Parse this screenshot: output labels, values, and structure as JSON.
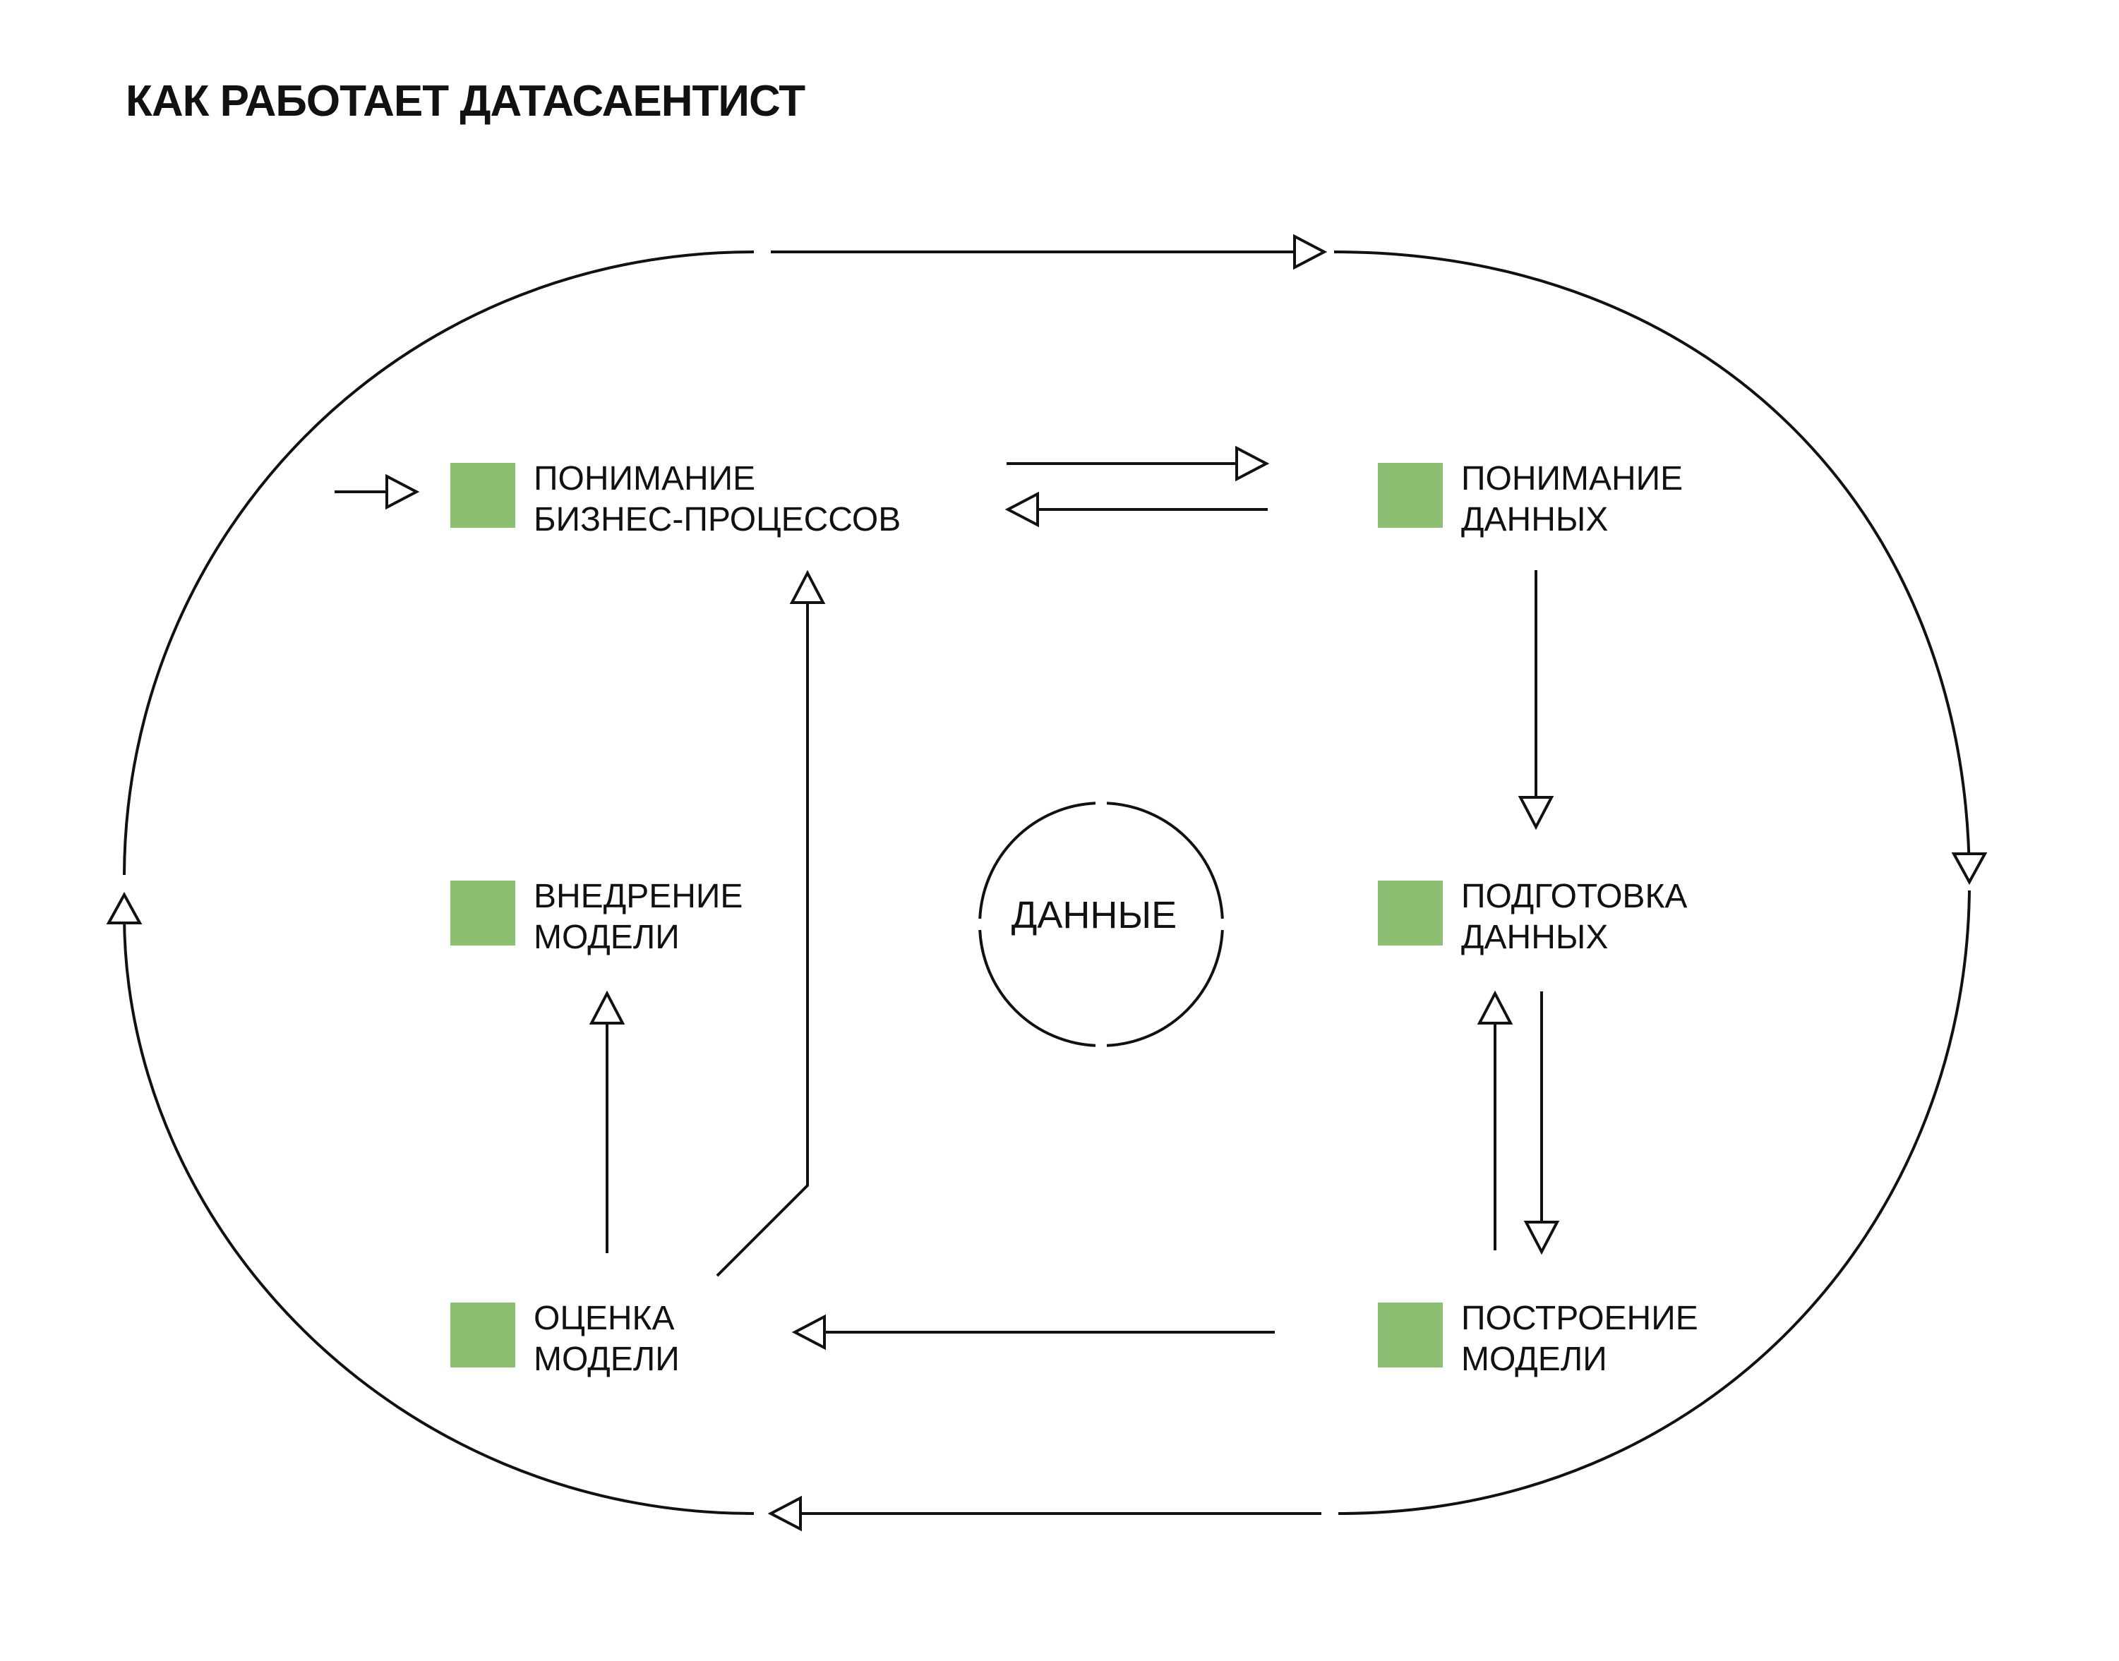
{
  "title": "КАК РАБОТАЕТ ДАТАСАЕНТИСТ",
  "colors": {
    "accent": "#8dbf73",
    "line": "#111111",
    "background": "#ffffff"
  },
  "center": {
    "label": "ДАННЫЕ"
  },
  "steps": [
    {
      "line1": "ПОНИМАНИЕ",
      "line2": "БИЗНЕС-ПРОЦЕССОВ"
    },
    {
      "line1": "ПОНИМАНИЕ",
      "line2": "ДАННЫХ"
    },
    {
      "line1": "ПОДГОТОВКА",
      "line2": "ДАННЫХ"
    },
    {
      "line1": "ПОСТРОЕНИЕ",
      "line2": "МОДЕЛИ"
    },
    {
      "line1": "ОЦЕНКА",
      "line2": "МОДЕЛИ"
    },
    {
      "line1": "ВНЕДРЕНИЕ",
      "line2": "МОДЕЛИ"
    }
  ]
}
